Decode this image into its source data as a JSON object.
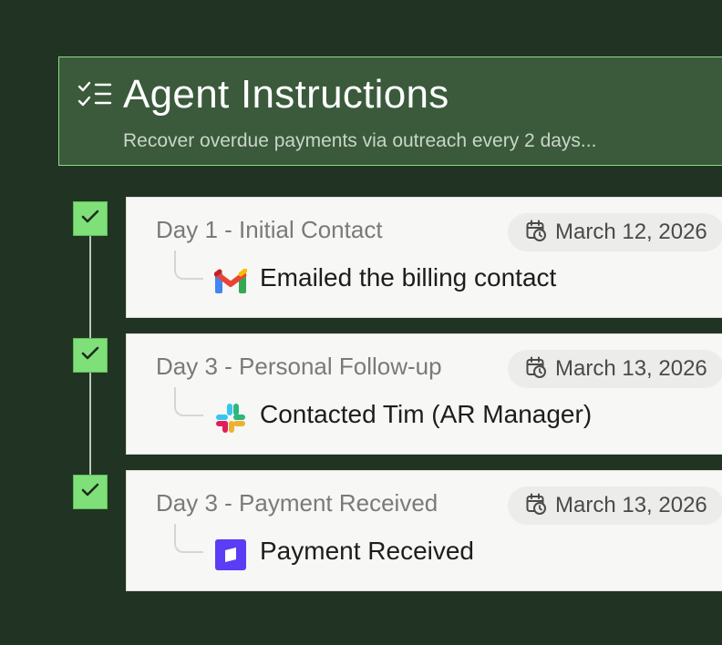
{
  "header": {
    "title": "Agent Instructions",
    "subtitle": "Recover overdue payments via outreach every 2 days...",
    "icon": "checklist-icon"
  },
  "steps": [
    {
      "title": "Day 1 - Initial Contact",
      "date": "March 12, 2026",
      "action": "Emailed the billing contact",
      "action_icon": "gmail-icon",
      "completed": true
    },
    {
      "title": "Day 3 - Personal Follow-up",
      "date": "March 13, 2026",
      "action": "Contacted Tim (AR Manager)",
      "action_icon": "slack-icon",
      "completed": true
    },
    {
      "title": "Day 3 - Payment Received",
      "date": "March 13, 2026",
      "action": "Payment Received",
      "action_icon": "stripe-icon",
      "completed": true
    }
  ],
  "colors": {
    "background": "#213322",
    "header_bg": "#3a5a3b",
    "header_border": "#8fd98a",
    "check_green": "#7fe07a",
    "card_bg": "#f7f7f6"
  }
}
